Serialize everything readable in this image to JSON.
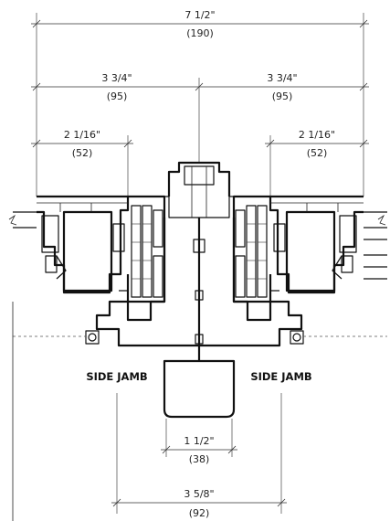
{
  "dimensions": {
    "overall": {
      "imperial": "7 1/2\"",
      "metric": "(190)"
    },
    "half_left": {
      "imperial": "3 3/4\"",
      "metric": "(95)"
    },
    "half_right": {
      "imperial": "3 3/4\"",
      "metric": "(95)"
    },
    "frame_left": {
      "imperial": "2 1/16\"",
      "metric": "(52)"
    },
    "frame_right": {
      "imperial": "2 1/16\"",
      "metric": "(52)"
    },
    "inner_width": {
      "imperial": "1 1/2\"",
      "metric": "(38)"
    },
    "outer_width": {
      "imperial": "3 5/8\"",
      "metric": "(92)"
    }
  },
  "labels": {
    "left": "SIDE JAMB",
    "right": "SIDE JAMB"
  }
}
